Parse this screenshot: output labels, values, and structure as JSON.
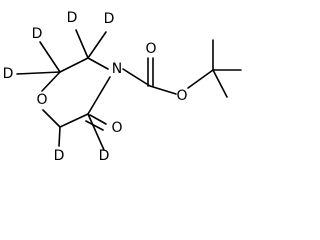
{
  "structure": {
    "atoms": {
      "d1": "D",
      "d2": "D",
      "d3": "D",
      "d4": "D",
      "d5": "D",
      "d6": "D",
      "ring_o": "O",
      "n": "N",
      "lactam_o": "O",
      "carbonyl_o": "O",
      "ester_o": "O"
    }
  }
}
